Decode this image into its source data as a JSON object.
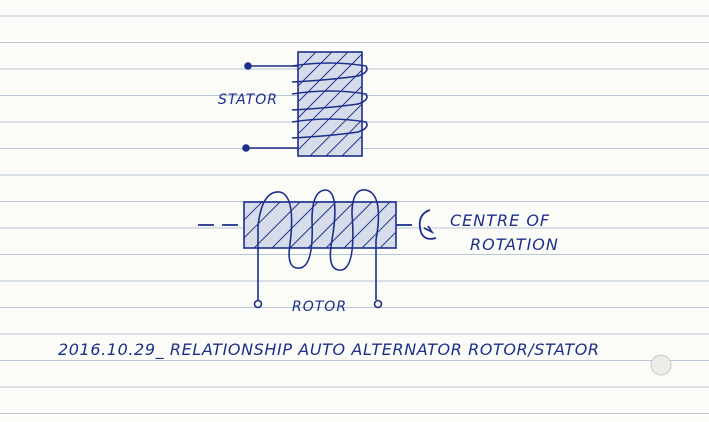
{
  "labels": {
    "stator": "STATOR",
    "rotor": "ROTOR",
    "centre_line1": "CENTRE OF",
    "centre_line2": "ROTATION",
    "caption": "2016.10.29_ RELATIONSHIP AUTO ALTERNATOR ROTOR/STATOR"
  },
  "colors": {
    "ink": "#1c2f8a",
    "rule_line": "#b9c6d6",
    "margin_line": "#e2b8bd",
    "paper": "#fbfbf8"
  }
}
